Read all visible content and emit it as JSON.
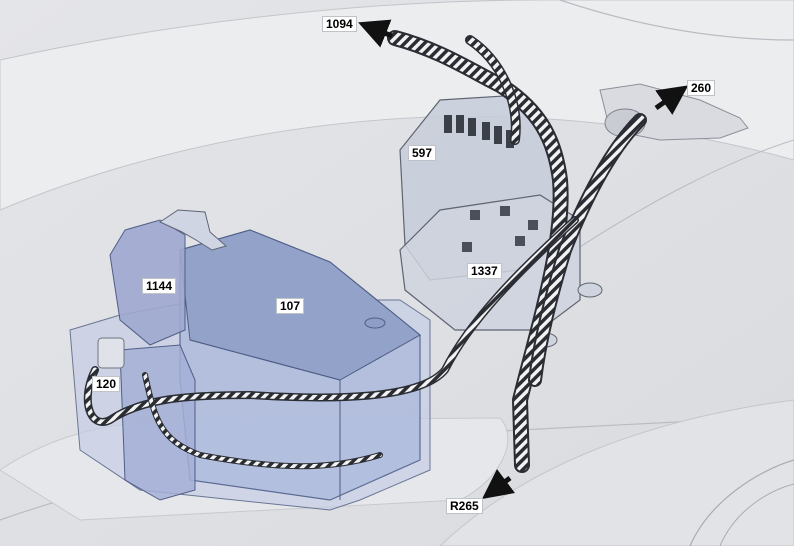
{
  "labels": {
    "l1094": "1094",
    "l260": "260",
    "l597": "597",
    "l1337": "1337",
    "l1144": "1144",
    "l107": "107",
    "l120": "120",
    "lR265": "R265"
  },
  "colors": {
    "background": "#e9eaec",
    "battery_fill": "#aebbdc",
    "battery_stroke": "#5b6b93",
    "fuse_box_fill": "#c7cdd9",
    "harness": "#2a2d33",
    "arrow": "#111111"
  }
}
